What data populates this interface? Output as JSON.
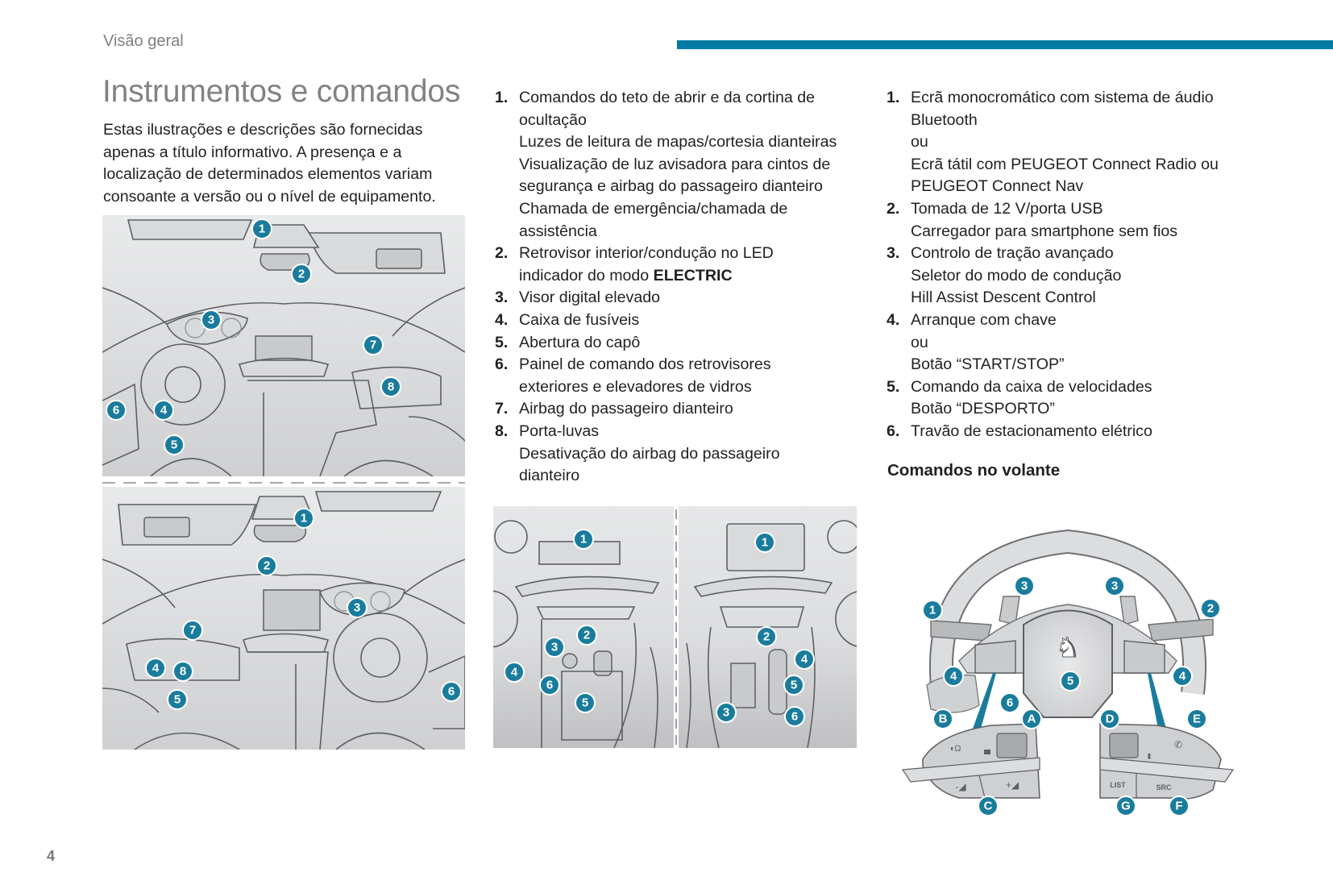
{
  "header": {
    "section": "Visão geral",
    "accent_color": "#007ca4"
  },
  "title": "Instrumentos e comandos",
  "intro": "Estas ilustrações e descrições são fornecidas apenas a título informativo. A presença e a localização de determinados elementos variam consoante a versão ou o nível de equipamento.",
  "figures": {
    "dashboard_lhd": {
      "callouts": [
        "1",
        "2",
        "3",
        "4",
        "5",
        "6",
        "7",
        "8"
      ]
    },
    "dashboard_rhd": {
      "callouts": [
        "1",
        "2",
        "3",
        "4",
        "5",
        "6",
        "7",
        "8"
      ]
    },
    "console_mono": {
      "callouts": [
        "1",
        "2",
        "3",
        "4",
        "5",
        "6"
      ]
    },
    "console_touch": {
      "callouts": [
        "1",
        "2",
        "3",
        "4",
        "5",
        "6"
      ]
    },
    "steering_wheel": {
      "callouts": [
        "1",
        "2",
        "3",
        "3",
        "4",
        "4",
        "5",
        "6"
      ],
      "left_controls": {
        "callouts": [
          "A",
          "B",
          "C"
        ]
      },
      "right_controls": {
        "callouts": [
          "D",
          "E",
          "F",
          "G"
        ],
        "button_list": "LIST",
        "button_src": "SRC"
      }
    },
    "callout_color": "#1a7c9c"
  },
  "dashboard_items": [
    {
      "num": "1.",
      "lines": [
        "Comandos do teto de abrir e da cortina de",
        "ocultação",
        "Luzes de leitura de mapas/cortesia dianteiras",
        "Visualização de luz avisadora para cintos de",
        "segurança e airbag do passageiro dianteiro",
        "Chamada de emergência/chamada de",
        "assistência"
      ]
    },
    {
      "num": "2.",
      "lines": [
        "Retrovisor interior/condução no LED",
        "indicador do modo "
      ],
      "bold": "ELECTRIC"
    },
    {
      "num": "3.",
      "lines": [
        "Visor digital elevado"
      ]
    },
    {
      "num": "4.",
      "lines": [
        "Caixa de fusíveis"
      ]
    },
    {
      "num": "5.",
      "lines": [
        "Abertura do capô"
      ]
    },
    {
      "num": "6.",
      "lines": [
        "Painel de comando dos retrovisores",
        "exteriores e elevadores de vidros"
      ]
    },
    {
      "num": "7.",
      "lines": [
        "Airbag do passageiro dianteiro"
      ]
    },
    {
      "num": "8.",
      "lines": [
        "Porta-luvas",
        "Desativação do airbag do passageiro",
        "dianteiro"
      ]
    }
  ],
  "console_items": [
    {
      "num": "1.",
      "lines": [
        "Ecrã monocromático com sistema de áudio",
        "Bluetooth",
        "ou",
        "Ecrã tátil com PEUGEOT Connect Radio ou",
        "PEUGEOT Connect Nav"
      ]
    },
    {
      "num": "2.",
      "lines": [
        "Tomada de 12 V/porta USB",
        "Carregador para smartphone sem fios"
      ]
    },
    {
      "num": "3.",
      "lines": [
        "Controlo de tração avançado",
        "Seletor do modo de condução",
        "Hill Assist Descent Control"
      ]
    },
    {
      "num": "4.",
      "lines": [
        "Arranque com chave",
        "ou",
        "Botão “START/STOP”"
      ]
    },
    {
      "num": "5.",
      "lines": [
        "Comando da caixa de velocidades",
        "Botão “DESPORTO”"
      ]
    },
    {
      "num": "6.",
      "lines": [
        "Travão de estacionamento elétrico"
      ]
    }
  ],
  "steering_heading": "Comandos no volante",
  "page_number": "4"
}
